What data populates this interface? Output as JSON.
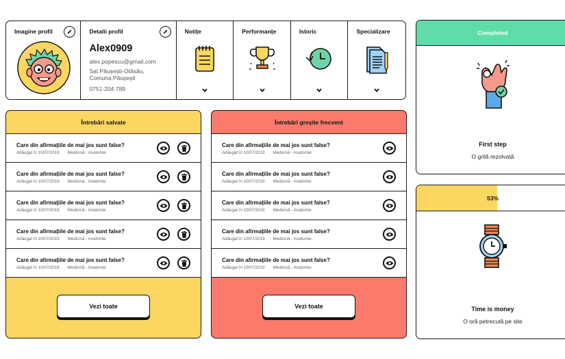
{
  "profile": {
    "image_label": "Imagine profil",
    "details_label": "Detalii profil",
    "username": "Alex0909",
    "email": "alex.popescu@gmail.com",
    "address_line1": "Sat Păușești-Otăsău,",
    "address_line2": "Comuna Păușești",
    "phone": "0751-204 789",
    "sections": [
      {
        "label": "Notițe",
        "icon": "notepad-icon"
      },
      {
        "label": "Performanțe",
        "icon": "trophy-icon"
      },
      {
        "label": "Istoric",
        "icon": "history-icon"
      },
      {
        "label": "Specializare",
        "icon": "documents-icon"
      }
    ]
  },
  "saved_questions": {
    "title": "Întrebări salvate",
    "items": [
      {
        "question": "Care din afirmațiile de mai jos sunt false?",
        "added": "Adăugat în 10/07/2019",
        "category": "Medicină - Anatomie"
      },
      {
        "question": "Care din afirmațiile de mai jos sunt false?",
        "added": "Adăugat în 10/07/2019",
        "category": "Medicină - Anatomie"
      },
      {
        "question": "Care din afirmațiile de mai jos sunt false?",
        "added": "Adăugat în 10/07/2019",
        "category": "Medicină - Anatomie"
      },
      {
        "question": "Care din afirmațiile de mai jos sunt false?",
        "added": "Adăugat în 10/07/2019",
        "category": "Medicină - Anatomie"
      },
      {
        "question": "Care din afirmațiile de mai jos sunt false?",
        "added": "Adăugat în 10/07/2019",
        "category": "Medicină - Anatomie"
      }
    ],
    "see_all": "Vezi toate",
    "color": "#fbd661"
  },
  "wrong_questions": {
    "title": "Întrebări greșite frecvent",
    "items": [
      {
        "question": "Care din afirmațiile de mai jos sunt false?",
        "added": "Adăugat în 10/07/2019",
        "category": "Medicină - Anatomie"
      },
      {
        "question": "Care din afirmațiile de mai jos sunt false?",
        "added": "Adăugat în 10/07/2019",
        "category": "Medicină - Anatomie"
      },
      {
        "question": "Care din afirmațiile de mai jos sunt false?",
        "added": "Adăugat în 10/07/2019",
        "category": "Medicină - Anatomie"
      },
      {
        "question": "Care din afirmațiile de mai jos sunt false?",
        "added": "Adăugat în 10/07/2019",
        "category": "Medicină - Anatomie"
      },
      {
        "question": "Care din afirmațiile de mai jos sunt false?",
        "added": "Adăugat în 10/07/2019",
        "category": "Medicină - Anatomie"
      }
    ],
    "see_all": "Vezi toate",
    "color": "#fb7a6c"
  },
  "achievements": [
    {
      "status": "Completed",
      "title": "First step",
      "subtitle": "O grilă rezolvată",
      "icon": "ok-hand-icon",
      "color": "#5edca9"
    },
    {
      "progress_label": "53%",
      "progress": 0.53,
      "title": "Time is money",
      "subtitle": "O oră petrecută pe site",
      "icon": "stopwatch-icon",
      "color": "#fbd661"
    }
  ]
}
